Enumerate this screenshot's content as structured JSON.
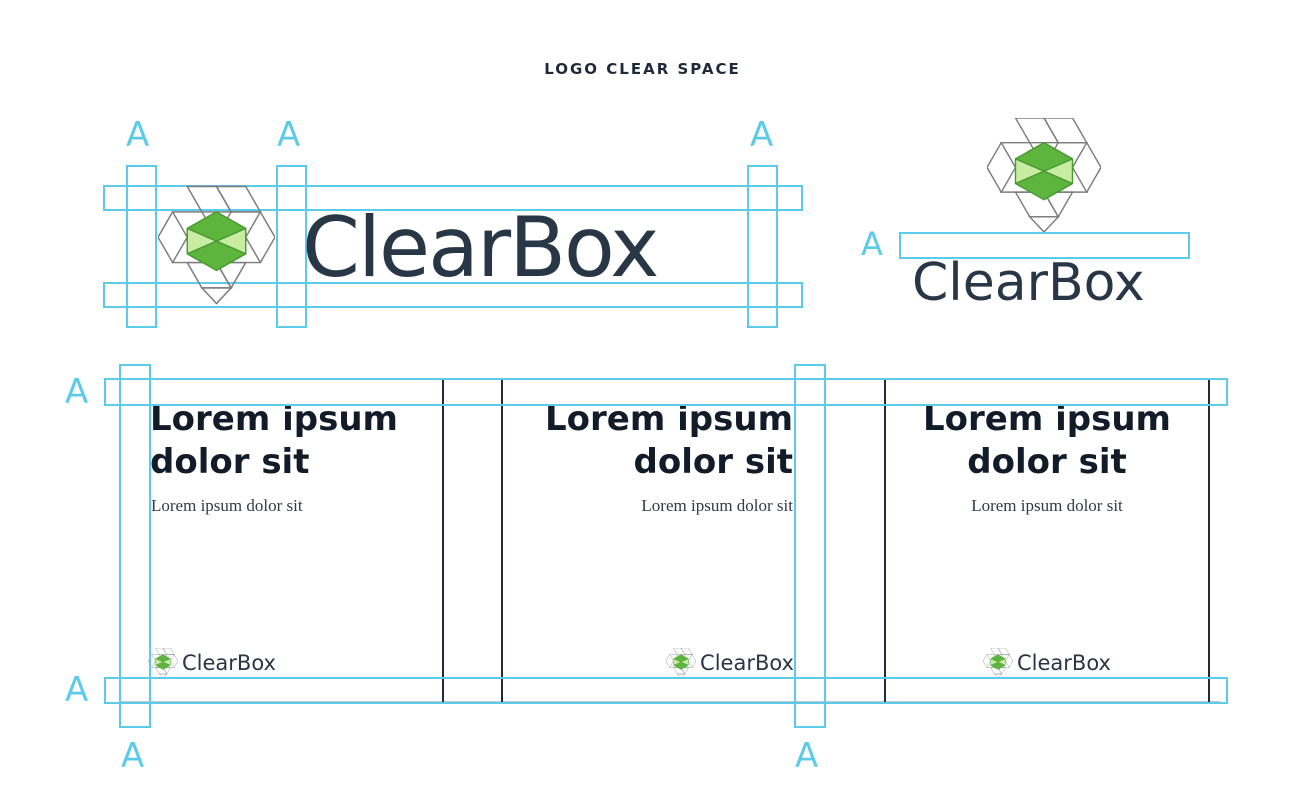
{
  "title": "LOGO CLEAR SPACE",
  "brand": {
    "name": "ClearBox"
  },
  "guide_label": "A",
  "cards": [
    {
      "heading_line1": "Lorem ipsum",
      "heading_line2": "dolor sit",
      "body": "Lorem ipsum dolor sit",
      "logo_text": "ClearBox"
    },
    {
      "heading_line1": "Lorem ipsum",
      "heading_line2": "dolor sit",
      "body": "Lorem ipsum dolor sit",
      "logo_text": "ClearBox"
    },
    {
      "heading_line1": "Lorem ipsum",
      "heading_line2": "dolor sit",
      "body": "Lorem ipsum dolor sit",
      "logo_text": "ClearBox"
    }
  ],
  "colors": {
    "guide": "#5ccbea",
    "text_dark": "#283646",
    "logo_green_dark": "#5db53e",
    "logo_green_light": "#c8eda2",
    "logo_outline": "#7c7c7c"
  }
}
